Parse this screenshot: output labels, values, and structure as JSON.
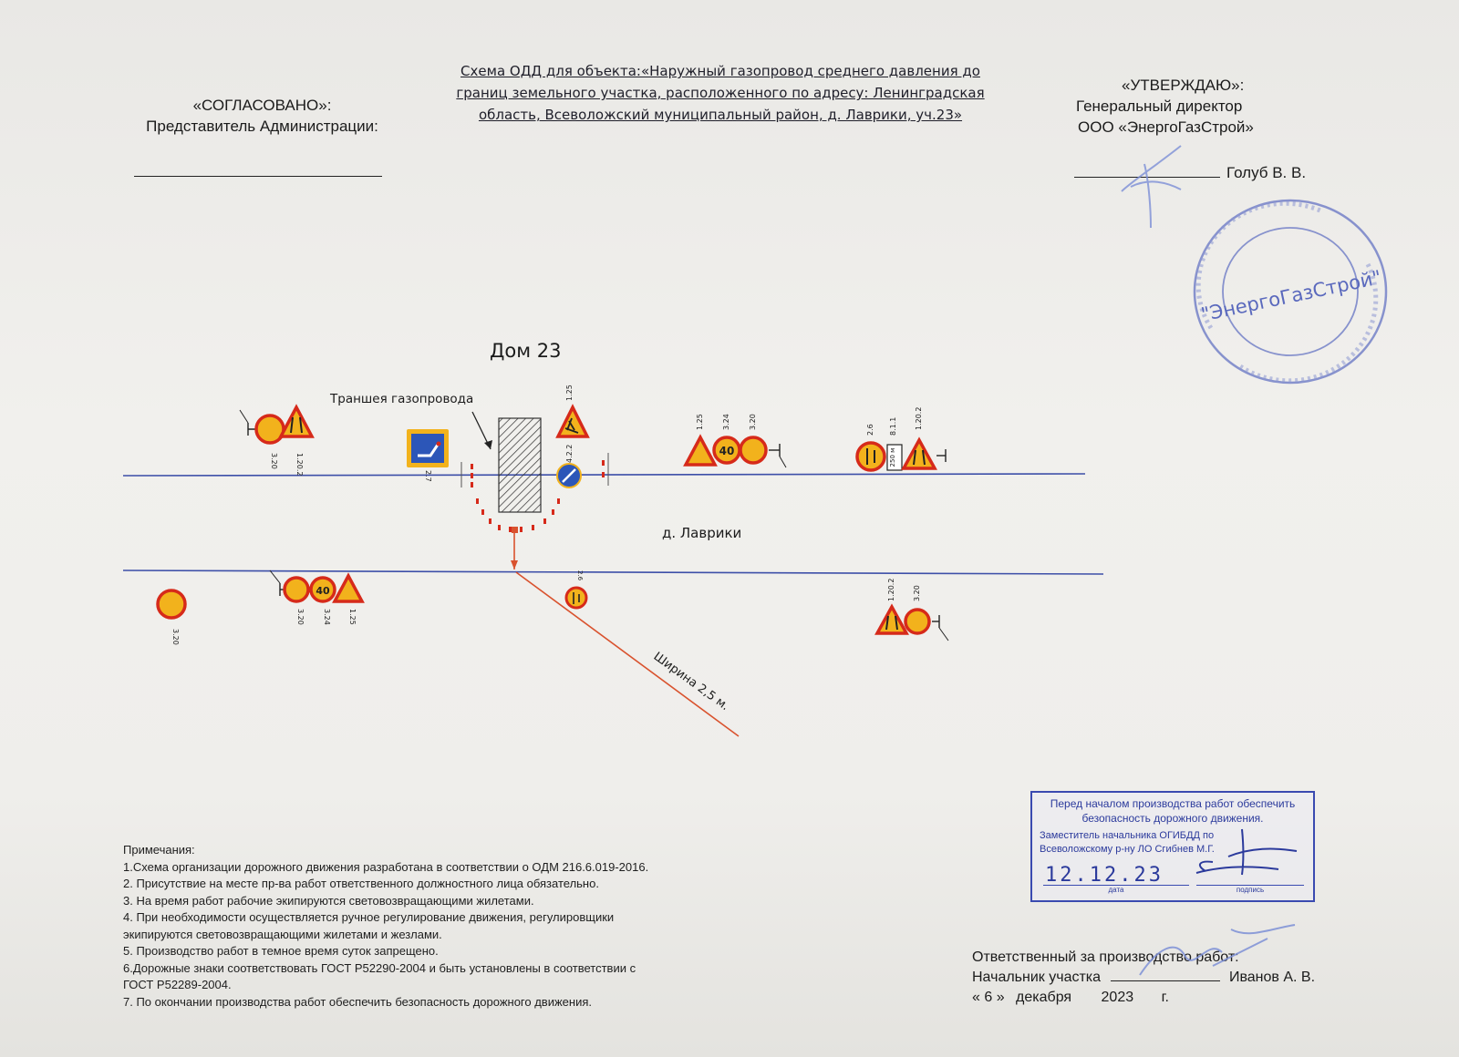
{
  "agreed": {
    "title": "«СОГЛАСОВАНО»:",
    "role": "Представитель Администрации:"
  },
  "scheme_title": {
    "line1": "Схема ОДД для объекта:«Наружный газопровод среднего давления до",
    "line2": "границ земельного участка, расположенного по адресу: Ленинградская",
    "line3": "область, Всеволожский муниципальный район, д. Лаврики, уч.23»"
  },
  "approve": {
    "title": "«УТВЕРЖДАЮ»:",
    "role": "Генеральный директор",
    "org": "ООО «ЭнергоГазСтрой»",
    "name": "Голуб В. В."
  },
  "seal": {
    "center": "\"ЭнергоГазСтрой\""
  },
  "diagram": {
    "house": "Дом 23",
    "trench": "Траншея газопровода",
    "village": "д. Лаврики",
    "width": "Ширина 2,5 м.",
    "sign_codes": {
      "s125": "1.25",
      "s422": "4.2.2",
      "s27": "2.7",
      "s320": "3.20",
      "s1202": "1.20.2",
      "s324": "3.24",
      "s26": "2.6",
      "s811": "8.1.1",
      "dist": "250 м",
      "speed": "40"
    }
  },
  "notes": {
    "heading": "Примечания:",
    "items": [
      "1.Схема организации дорожного движения разработана в соответствии о ОДМ 216.6.019-2016.",
      "2. Присутствие на месте пр-ва работ ответственного должностного лица обязательно.",
      "3. На время работ рабочие экипируются  световозвращающими жилетами.",
      "4. При необходимости осуществляется ручное регулирование движения, регулировщики",
      "экипируются световозвращающими жилетами и жезлами.",
      "5. Производство работ в темное время суток запрещено.",
      "6.Дорожные знаки соответствовать ГОСТ Р52290-2004 и быть установлены в соответствии с",
      "ГОСТ Р52289-2004.",
      "7. По окончании производства работ обеспечить безопасность дорожного движения."
    ]
  },
  "police_stamp": {
    "line1": "Перед началом производства работ обеспечить",
    "line2": "безопасность дорожного движения.",
    "line3": "Заместитель начальника ОГИБДД по",
    "line4": "Всеволожскому р-ну ЛО Сгибнев М.Г.",
    "date": "12.12.23",
    "date_caption": "дата",
    "sign_caption": "подпись"
  },
  "responsible": {
    "line1": "Ответственный за производство работ:",
    "role": "Начальник участка",
    "name": "Иванов А. В.",
    "day": "« 6  »",
    "month": "декабря",
    "year": "2023",
    "suffix": "г."
  },
  "colors": {
    "road": "#3d4fa8",
    "sign_red": "#d62a1a",
    "sign_yellow": "#f2b21c",
    "ink_blue": "#3a4ab0",
    "pipe": "#d9522e"
  }
}
